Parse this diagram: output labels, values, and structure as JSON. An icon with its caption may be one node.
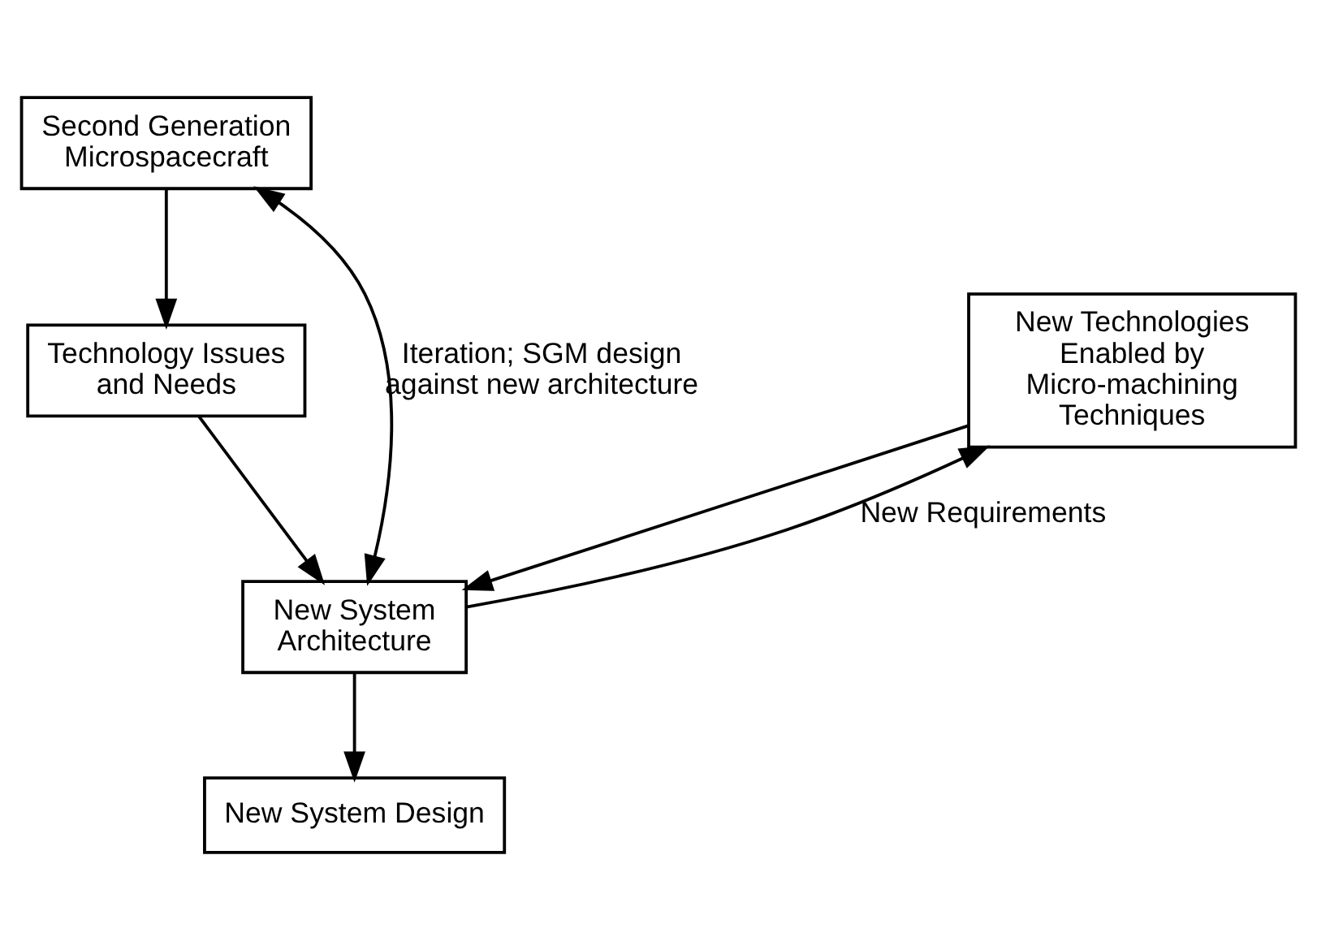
{
  "diagram": {
    "nodes": [
      {
        "text": [
          "Second Generation Microspacecraft"
        ]
      },
      {
        "text": [
          "Technology Issues and Needs"
        ]
      },
      {
        "text": [
          "New Technologies Enabled by Micro-machining Techniques"
        ]
      },
      {
        "text": [
          "New System Architecture"
        ]
      },
      {
        "text": [
          "New System Design"
        ]
      }
    ],
    "edges": [
      {
        "from": 0,
        "to": 1,
        "arrow": "to"
      },
      {
        "from": 1,
        "to": 3,
        "arrow": "to"
      },
      {
        "from": 2,
        "to": 3,
        "arrow": "to"
      },
      {
        "from": 3,
        "to": 0,
        "arrow": "both",
        "label": "Iteration; SGM design against new architecture"
      },
      {
        "from": 3,
        "to": 2,
        "arrow": "to",
        "label": "New Requirements"
      },
      {
        "from": 3,
        "to": 4,
        "arrow": "to"
      }
    ]
  }
}
